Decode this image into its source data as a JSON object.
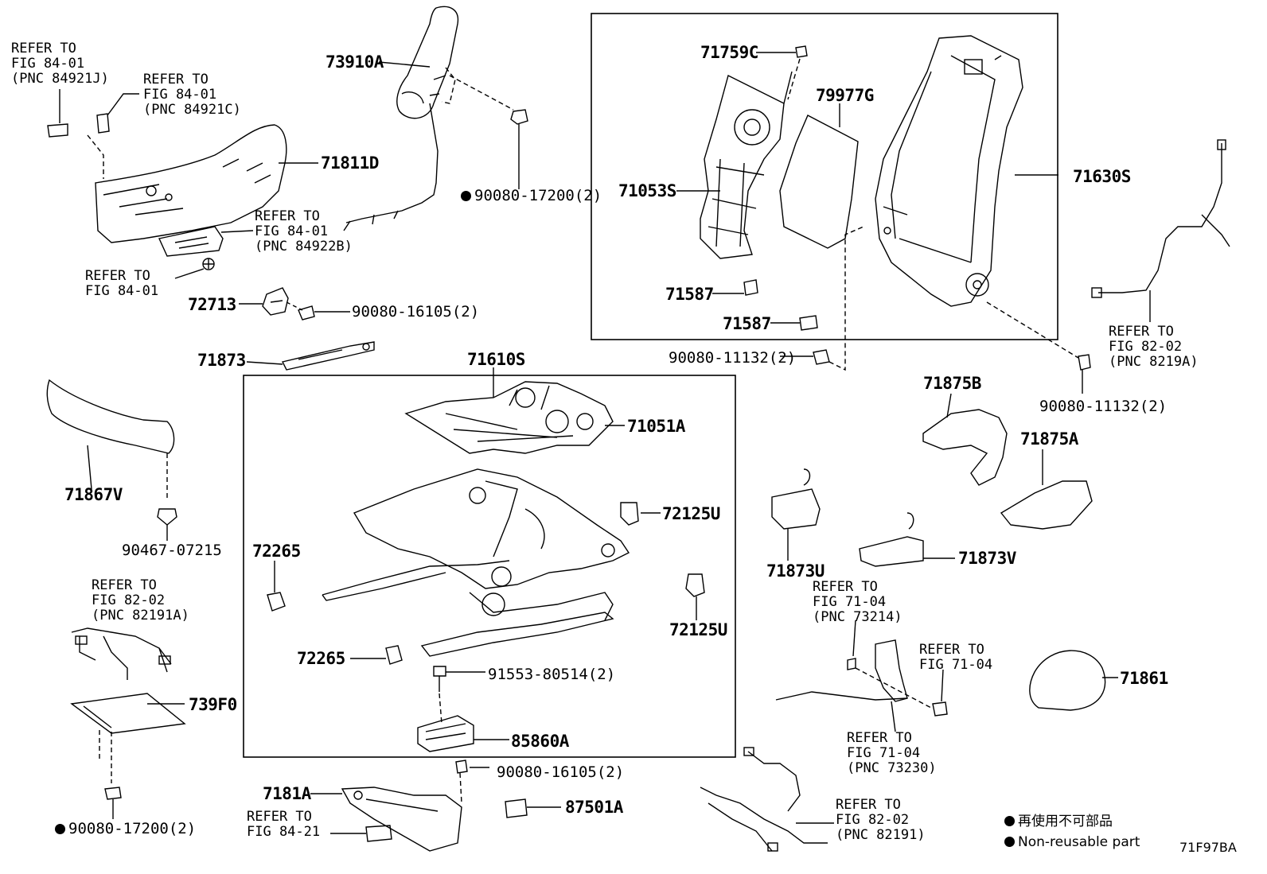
{
  "parts": {
    "p73910A": "73910A",
    "p71811D": "71811D",
    "p90080_17200_top": "90080-17200(2)",
    "p72713": "72713",
    "p90080_16105_top": "90080-16105(2)",
    "p71873": "71873",
    "p71867V": "71867V",
    "p90467_07215": "90467-07215",
    "p739F0": "739F0",
    "p90080_17200_bottom": "90080-17200(2)",
    "p71759C": "71759C",
    "p79977G": "79977G",
    "p71053S": "71053S",
    "p71630S": "71630S",
    "p71587_a": "71587",
    "p71587_b": "71587",
    "p90080_11132_mid": "90080-11132(2)",
    "p90080_11132_right": "90080-11132(2)",
    "p71610S": "71610S",
    "p71051A": "71051A",
    "p72125U_a": "72125U",
    "p72125U_b": "72125U",
    "p72265_a": "72265",
    "p72265_b": "72265",
    "p91553_80514": "91553-80514(2)",
    "p85860A": "85860A",
    "p90080_16105_bottom": "90080-16105(2)",
    "p7181A": "7181A",
    "p87501A": "87501A",
    "p71875B": "71875B",
    "p71875A": "71875A",
    "p71873U": "71873U",
    "p71873V": "71873V",
    "p71861": "71861"
  },
  "refs": {
    "r1": "REFER TO\nFIG 84-01\n(PNC 84921J)",
    "r2": "REFER TO\nFIG 84-01\n(PNC 84921C)",
    "r3": "REFER TO\nFIG 84-01\n(PNC 84922B)",
    "r4": "REFER TO\nFIG 84-01",
    "r5": "REFER TO\nFIG 82-02\n(PNC 82191A)",
    "r6": "REFER TO\nFIG 84-21",
    "r7": "REFER TO\nFIG 82-02\n(PNC 8219A)",
    "r8": "REFER TO\nFIG 71-04\n(PNC 73214)",
    "r9": "REFER TO\nFIG 71-04",
    "r10": "REFER TO\nFIG 71-04\n(PNC 73230)",
    "r11": "REFER TO\nFIG 82-02\n(PNC 82191)"
  },
  "legend": {
    "line1": "再使用不可部品",
    "line2": "Non-reusable part"
  },
  "code": "71F97BA"
}
